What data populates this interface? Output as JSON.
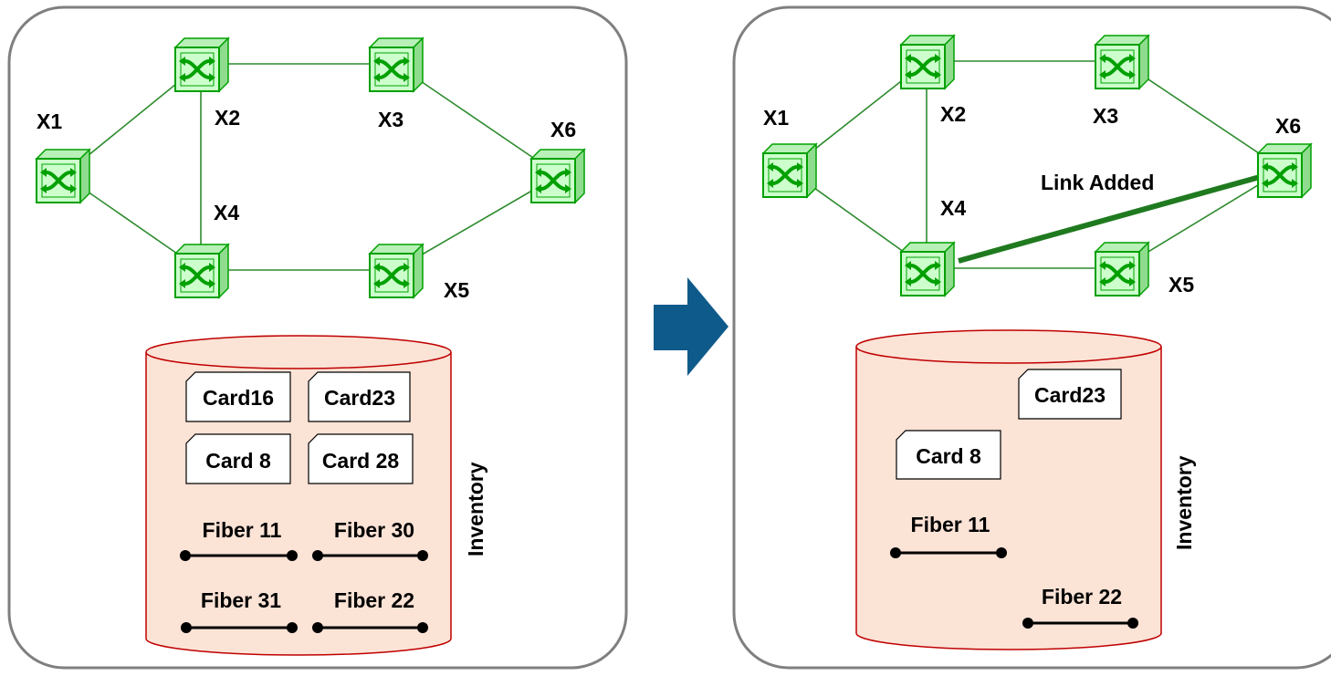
{
  "left_panel": {
    "nodes": [
      {
        "id": "X1",
        "label": "X1"
      },
      {
        "id": "X2",
        "label": "X2"
      },
      {
        "id": "X3",
        "label": "X3"
      },
      {
        "id": "X4",
        "label": "X4"
      },
      {
        "id": "X5",
        "label": "X5"
      },
      {
        "id": "X6",
        "label": "X6"
      }
    ],
    "links": [
      [
        "X1",
        "X2"
      ],
      [
        "X1",
        "X4"
      ],
      [
        "X2",
        "X3"
      ],
      [
        "X2",
        "X4"
      ],
      [
        "X3",
        "X6"
      ],
      [
        "X4",
        "X5"
      ],
      [
        "X5",
        "X6"
      ]
    ],
    "inventory": {
      "label": "Inventory",
      "cards": [
        "Card16",
        "Card23",
        "Card 8",
        "Card 28"
      ],
      "fibers": [
        "Fiber 11",
        "Fiber 30",
        "Fiber 31",
        "Fiber 22"
      ]
    }
  },
  "arrow": {
    "color": "#0e5a8a"
  },
  "right_panel": {
    "nodes": [
      {
        "id": "X1",
        "label": "X1"
      },
      {
        "id": "X2",
        "label": "X2"
      },
      {
        "id": "X3",
        "label": "X3"
      },
      {
        "id": "X4",
        "label": "X4"
      },
      {
        "id": "X5",
        "label": "X5"
      },
      {
        "id": "X6",
        "label": "X6"
      }
    ],
    "links": [
      [
        "X1",
        "X2"
      ],
      [
        "X1",
        "X4"
      ],
      [
        "X2",
        "X3"
      ],
      [
        "X2",
        "X4"
      ],
      [
        "X3",
        "X6"
      ],
      [
        "X4",
        "X5"
      ],
      [
        "X5",
        "X6"
      ]
    ],
    "added_link": {
      "from": "X4",
      "to": "X6",
      "label": "Link Added"
    },
    "inventory": {
      "label": "Inventory",
      "cards": [
        "Card23",
        "Card 8"
      ],
      "fibers": [
        "Fiber 11",
        "Fiber 22"
      ]
    }
  },
  "colors": {
    "switch_fill": "#ccffcc",
    "switch_stroke": "#00a000",
    "link": "#2e8b2e",
    "cylinder_fill": "#fbe3d6",
    "cylinder_stroke": "#c00000"
  }
}
